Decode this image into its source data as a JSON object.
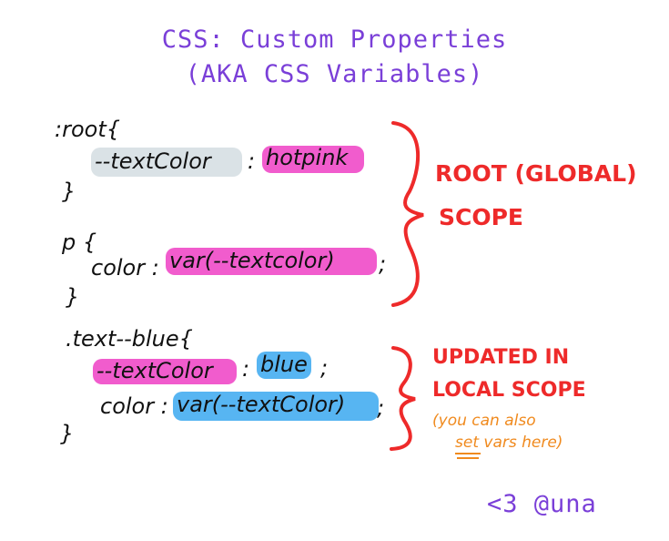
{
  "title": {
    "line1": "CSS: Custom Properties",
    "line2": "(AKA CSS Variables)"
  },
  "code": {
    "root_open": ":root{",
    "root_prop": "--textColor",
    "root_colon": ":",
    "root_value": "hotpink",
    "root_close": "}",
    "p_open": "p {",
    "p_prop": "color :",
    "p_value": "var(--textcolor)",
    "p_semi": ";",
    "p_close": "}",
    "blue_open": ".text--blue{",
    "blue_prop": "--textColor",
    "blue_colon": ":",
    "blue_value": "blue",
    "blue_semi": ";",
    "blue_color_prop": "color :",
    "blue_color_value": "var(--textColor)",
    "blue_color_semi": ";",
    "blue_close": "}"
  },
  "annotations": {
    "global_1": "ROOT (GLOBAL)",
    "global_2": "SCOPE",
    "local_1": "UPDATED IN",
    "local_2": "LOCAL SCOPE",
    "note_1": "(you can also",
    "note_2_set": "set",
    "note_2_rest": "vars here)"
  },
  "signature": "<3 @una",
  "colors": {
    "purple": "#7a3fd8",
    "pink": "#ee3fc4",
    "gray": "#d4dde2",
    "blue": "#3aa8f0",
    "red": "#ee2a2a",
    "orange": "#f08a1e"
  }
}
